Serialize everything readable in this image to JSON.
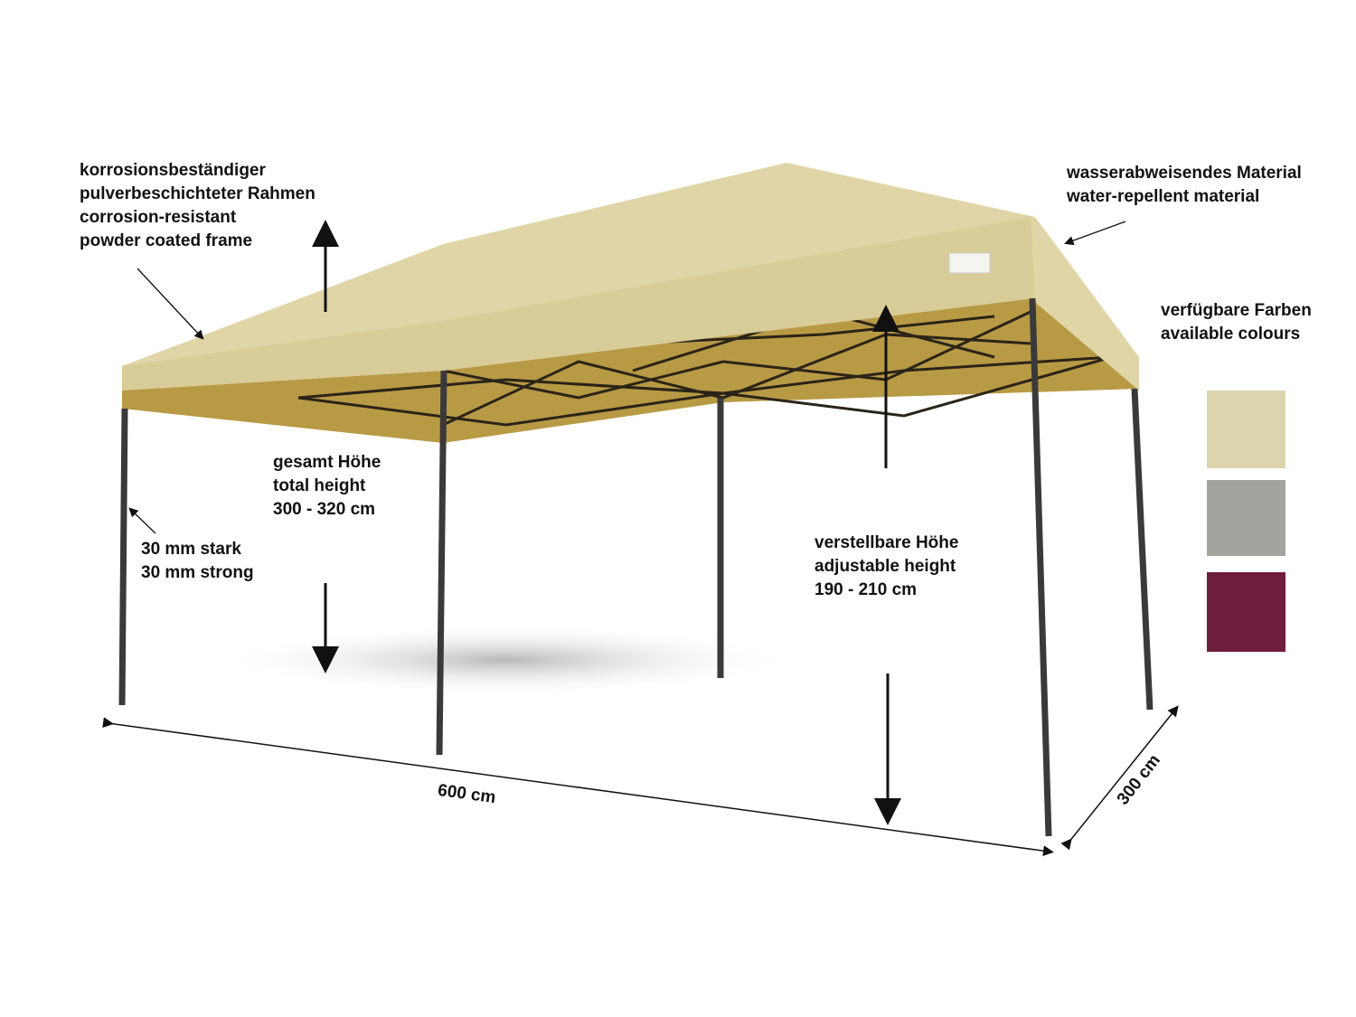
{
  "annotations": {
    "frame": {
      "de_1": "korrosionsbeständiger",
      "de_2": "pulverbeschichteter Rahmen",
      "en_1": "corrosion-resistant",
      "en_2": "powder coated frame"
    },
    "material": {
      "de": "wasserabweisendes Material",
      "en": "water-repellent material"
    },
    "colours": {
      "de": "verfügbare Farben",
      "en": "available colours"
    },
    "total_height": {
      "de": "gesamt Höhe",
      "en": "total height",
      "value": "300 - 320 cm"
    },
    "leg": {
      "de": "30 mm stark",
      "en": "30 mm strong"
    },
    "adjustable_height": {
      "de": "verstellbare Höhe",
      "en": "adjustable height",
      "value": "190 - 210 cm"
    },
    "length": "600 cm",
    "width": "300 cm"
  },
  "swatches": [
    {
      "name": "beige",
      "color": "#dcd4ac"
    },
    {
      "name": "grey",
      "color": "#a3a39f"
    },
    {
      "name": "bordeaux",
      "color": "#6f1d3c"
    }
  ]
}
